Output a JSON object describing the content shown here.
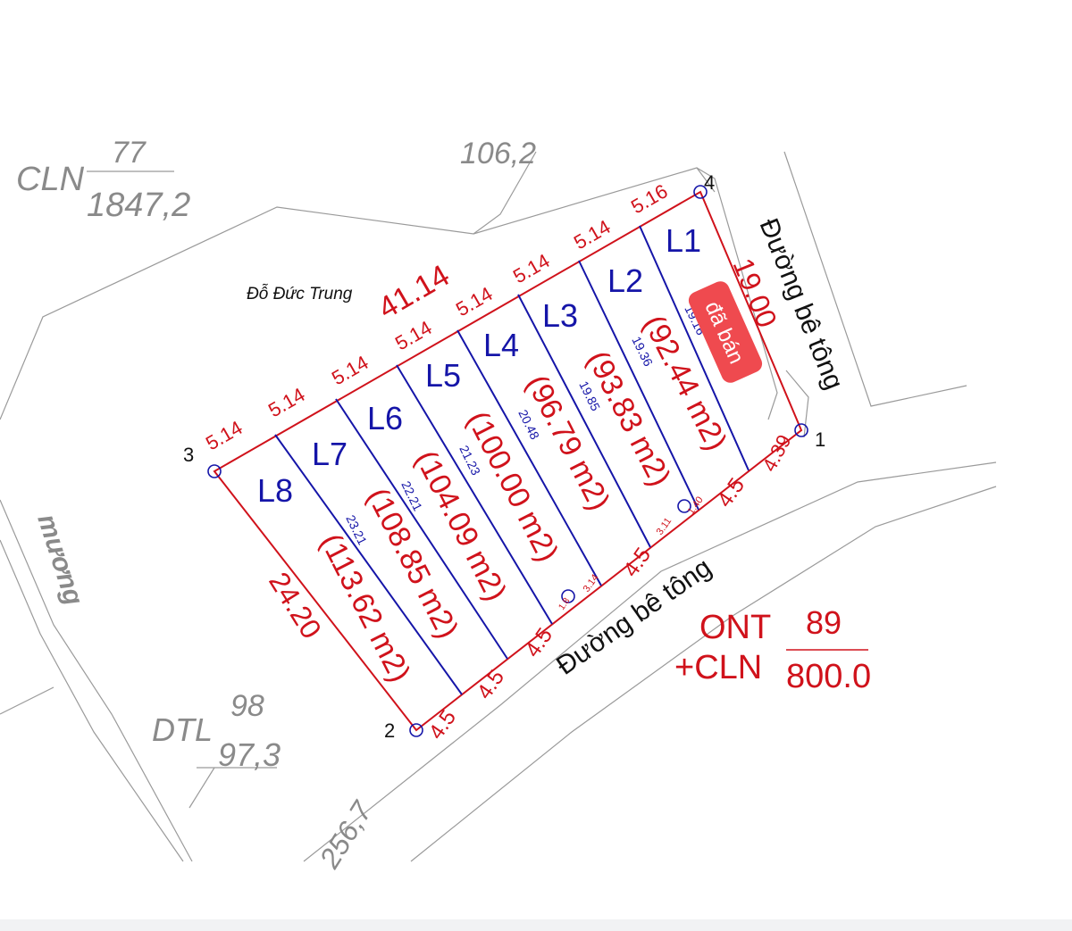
{
  "owner_name": "Đỗ Đức Trung",
  "total_frontage": "41.14",
  "corners": [
    "1",
    "2",
    "3",
    "4"
  ],
  "top_edge_segments": [
    "5.14",
    "5.14",
    "5.14",
    "5.14",
    "5.14",
    "5.14",
    "5.14",
    "5.16"
  ],
  "bottom_edge_segments": {
    "a": "4.39",
    "b": "4.5",
    "c": "4.5",
    "d": "4.5",
    "e": "4.5",
    "f": "4.5",
    "s1": "3.11",
    "s2": "1.40",
    "s3": "3.14",
    "s4": "1.8"
  },
  "side_lengths": {
    "right": "19.00",
    "left": "24.20"
  },
  "divider_lengths": [
    "19.16",
    "19.36",
    "19.85",
    "20.48",
    "21.23",
    "22.21",
    "23.21"
  ],
  "lots": [
    {
      "label": "L1",
      "area": ""
    },
    {
      "label": "L2",
      "area": "(92.44 m2)"
    },
    {
      "label": "L3",
      "area": "(93.83 m2)"
    },
    {
      "label": "L4",
      "area": "(96.79 m2)"
    },
    {
      "label": "L5",
      "area": "(100.00 m2)"
    },
    {
      "label": "L6",
      "area": "(104.09 m2)"
    },
    {
      "label": "L7",
      "area": "(108.85 m2)"
    },
    {
      "label": "L8",
      "area": "(113.62 m2)"
    }
  ],
  "sold_badge": "đã bán",
  "roads": {
    "right": "Đường bê tông",
    "bottom": "Đường bê tông"
  },
  "parcel_info": {
    "type1": "ONT",
    "type2": "+CLN",
    "number": "89",
    "area": "800.0"
  },
  "neighbors": {
    "cln": {
      "type": "CLN",
      "number": "77",
      "area": "1847,2"
    },
    "top": {
      "area": "106,2"
    },
    "dtl": {
      "type": "DTL",
      "number": "98",
      "area": "97,3"
    },
    "bottom": {
      "area": "256,7"
    },
    "canal": "mương"
  },
  "colors": {
    "boundary": "#d0121b",
    "divider": "#1515a8",
    "badge": "#ef4a4f"
  }
}
